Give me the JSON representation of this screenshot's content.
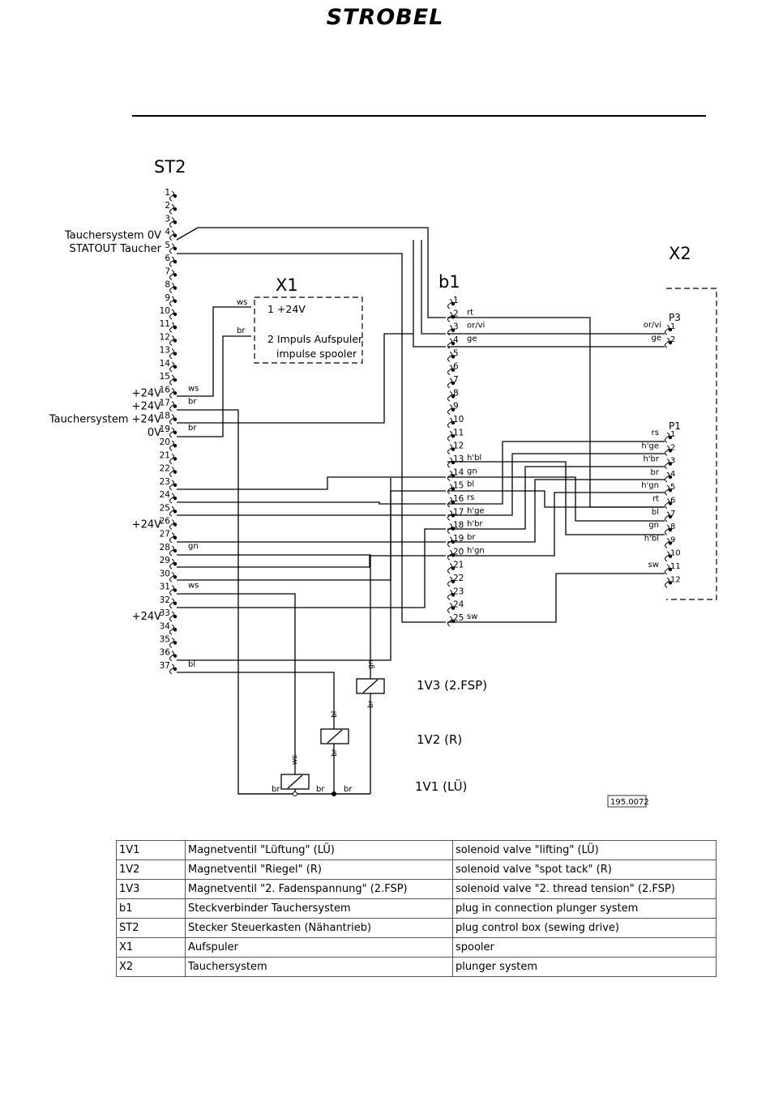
{
  "brand": "STROBEL",
  "connectors": {
    "st2": "ST2",
    "b1": "b1",
    "x1": "X1",
    "x2": "X2",
    "p3": "P3",
    "p1": "P1"
  },
  "st2_pins": [
    "1",
    "2",
    "3",
    "4",
    "5",
    "6",
    "7",
    "8",
    "9",
    "10",
    "11",
    "12",
    "13",
    "14",
    "15",
    "16",
    "17",
    "18",
    "19",
    "20",
    "21",
    "22",
    "23",
    "24",
    "25",
    "26",
    "27",
    "28",
    "29",
    "30",
    "31",
    "32",
    "33",
    "34",
    "35",
    "36",
    "37"
  ],
  "b1_pins": [
    "1",
    "2",
    "3",
    "4",
    "5",
    "6",
    "7",
    "8",
    "9",
    "10",
    "11",
    "12",
    "13",
    "14",
    "15",
    "16",
    "17",
    "18",
    "19",
    "20",
    "21",
    "22",
    "23",
    "24",
    "25"
  ],
  "p3_pins": [
    "1",
    "2"
  ],
  "p1_pins": [
    "1",
    "2",
    "3",
    "4",
    "5",
    "6",
    "7",
    "8",
    "9",
    "10",
    "11",
    "12"
  ],
  "st2_signals": [
    {
      "pin": 4,
      "label": "Tauchersystem  0V"
    },
    {
      "pin": 5,
      "label": "STATOUT Taucher"
    },
    {
      "pin": 16,
      "label": "+24V"
    },
    {
      "pin": 17,
      "label": "+24V"
    },
    {
      "pin": 18,
      "label": "Tauchersystem  +24V"
    },
    {
      "pin": 19,
      "label": "0V"
    },
    {
      "pin": 26,
      "label": "+24V"
    },
    {
      "pin": 33,
      "label": "+24V"
    }
  ],
  "x1_pins": [
    {
      "label": "1 +24V"
    },
    {
      "label": "2 Impuls Aufspuler"
    },
    {
      "label": "impulse spooler"
    }
  ],
  "wire_colors": {
    "st2": [
      {
        "pin": 16,
        "label": "ws"
      },
      {
        "pin": 17,
        "label": "br"
      },
      {
        "pin": 19,
        "label": "br"
      },
      {
        "pin": 28,
        "label": "gn"
      },
      {
        "pin": 31,
        "label": "ws"
      },
      {
        "pin": 37,
        "label": "bl"
      }
    ],
    "x1": [
      {
        "pin": 1,
        "label": "ws"
      },
      {
        "pin": 2,
        "label": "br"
      }
    ],
    "b1": [
      {
        "pin": 2,
        "label": "rt"
      },
      {
        "pin": 3,
        "label": "or/vi"
      },
      {
        "pin": 4,
        "label": "ge"
      },
      {
        "pin": 13,
        "label": "h'bl"
      },
      {
        "pin": 14,
        "label": "gn"
      },
      {
        "pin": 15,
        "label": "bl"
      },
      {
        "pin": 16,
        "label": "rs"
      },
      {
        "pin": 17,
        "label": "h'ge"
      },
      {
        "pin": 18,
        "label": "h'br"
      },
      {
        "pin": 19,
        "label": "br"
      },
      {
        "pin": 20,
        "label": "h'gn"
      },
      {
        "pin": 25,
        "label": "sw"
      }
    ],
    "p3": [
      {
        "pin": 1,
        "label": "or/vi"
      },
      {
        "pin": 2,
        "label": "ge"
      }
    ],
    "p1": [
      {
        "pin": 1,
        "label": "rs"
      },
      {
        "pin": 2,
        "label": "h'ge"
      },
      {
        "pin": 3,
        "label": "h'br"
      },
      {
        "pin": 4,
        "label": "br"
      },
      {
        "pin": 5,
        "label": "h'gn"
      },
      {
        "pin": 6,
        "label": "rt"
      },
      {
        "pin": 7,
        "label": "bl"
      },
      {
        "pin": 8,
        "label": "gn"
      },
      {
        "pin": 9,
        "label": "h'bl"
      },
      {
        "pin": 11,
        "label": "sw"
      }
    ],
    "coil": {
      "v1_left": "br",
      "v1_top": "ws",
      "bus_1": "br",
      "bus_2": "br",
      "v2_top": "bl",
      "v2_bottom": "br",
      "v3_top": "gn",
      "v3_bottom": "br"
    }
  },
  "valves": [
    {
      "id": "1V3",
      "label": "1V3 (2.FSP)"
    },
    {
      "id": "1V2",
      "label": "1V2 (R)"
    },
    {
      "id": "1V1",
      "label": "1V1 (LÜ)"
    }
  ],
  "drawing_number": "195.0072",
  "legend": [
    [
      "1V1",
      "Magnetventil \"Lüftung\" (LÜ)",
      "solenoid valve \"lifting\" (LÜ)"
    ],
    [
      "1V2",
      "Magnetventil \"Riegel\" (R)",
      "solenoid valve \"spot tack\" (R)"
    ],
    [
      "1V3",
      "Magnetventil \"2. Fadenspannung\" (2.FSP)",
      "solenoid valve \"2. thread tension\" (2.FSP)"
    ],
    [
      "b1",
      "Steckverbinder Tauchersystem",
      "plug in connection plunger system"
    ],
    [
      "ST2",
      "Stecker Steuerkasten (Nähantrieb)",
      "plug control box (sewing drive)"
    ],
    [
      "X1",
      "Aufspuler",
      "spooler"
    ],
    [
      "X2",
      "Tauchersystem",
      "plunger system"
    ]
  ]
}
